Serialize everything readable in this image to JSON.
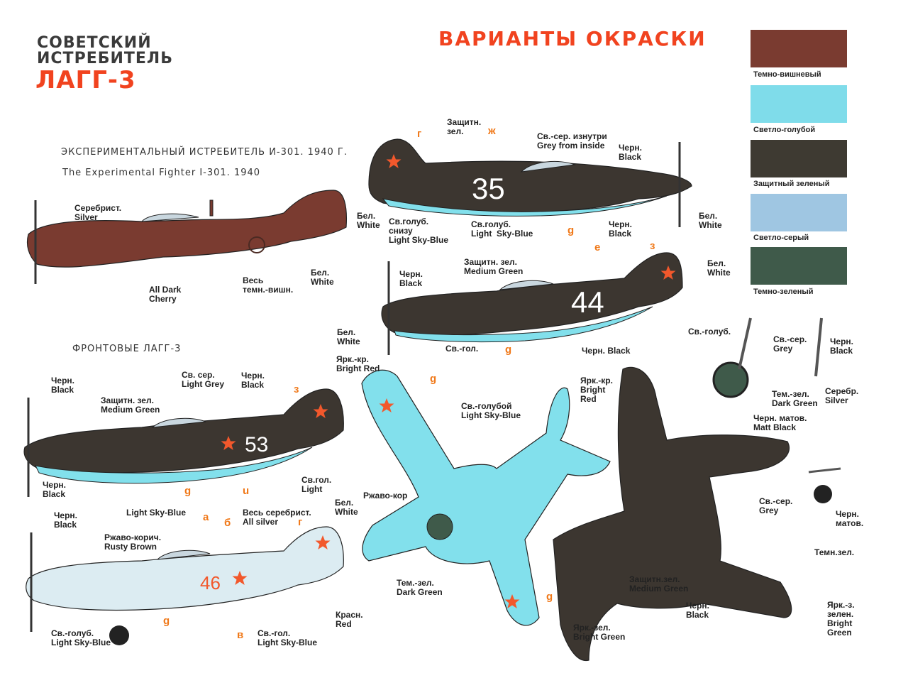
{
  "header": {
    "title_line1": "СОВЕТСКИЙ",
    "title_line2": "ИСТРЕБИТЕЛЬ",
    "title_line3": "ЛАГГ-3",
    "variants_title": "ВАРИАНТЫ ОКРАСКИ"
  },
  "sections": {
    "experimental_ru": "ЭКСПЕРИМЕНТАЛЬНЫЙ ИСТРЕБИТЕЛЬ И-301. 1940 Г.",
    "experimental_en": "The Experimental Fighter I-301. 1940",
    "front_ru": "ФРОНТОВЫЕ ЛАГГ-3"
  },
  "swatches": [
    {
      "label": "Темно-вишневый",
      "color": "#7a3b30"
    },
    {
      "label": "Светло-голубой",
      "color": "#7fdcea"
    },
    {
      "label": "Защитный зеленый",
      "color": "#3e3a32"
    },
    {
      "label": "Светло-серый",
      "color": "#9fc6e2"
    },
    {
      "label": "Темно-зеленый",
      "color": "#3f5a4a"
    }
  ],
  "colors": {
    "cherry": "#7a3b30",
    "sky": "#82e0ec",
    "dark": "#3c3630",
    "silver": "#dcecf2",
    "star": "#f2582c",
    "accent": "#f1431f",
    "letter": "#f07818"
  },
  "aircraft_numbers": {
    "a": "35",
    "b": "44",
    "c": "53",
    "d": "46"
  },
  "labels": {
    "i301_silver": "Серебрист.\nSilver",
    "i301_all_cherry": "All Dark\nCherry",
    "i301_all_cherry_ru": "Весь\nтемн.-вишн.",
    "i301_white": "Бел.\nWhite",
    "p35_prot": "Защитн.\nзел.",
    "p35_light": "Св.-сер. изнутри\nGrey from inside",
    "p35_black": "Черн.\nBlack",
    "p35_white_l": "Бел.\nWhite",
    "p35_sky_under": "Св.голуб.\nснизу\nLight Sky-Blue",
    "p35_sky": "Св.голуб.\nLight  Sky-Blue",
    "p35_black2": "Черн.\nBlack",
    "p35_white_r": "Бел.\nWhite",
    "p44_black": "Черн.\nBlack",
    "p44_medgreen": "Защитн. зел.\nMedium Green",
    "p44_white_r": "Бел.\nWhite",
    "p44_white_l": "Бел.\nWhite",
    "p44_svgol": "Св.-гол.",
    "p44_black2": "Черн. Black",
    "p44_svgolub": "Св.-голуб.",
    "p53_black_l": "Черн.\nBlack",
    "p53_medgreen": "Защитн. зел.\nMedium Green",
    "p53_lightgrey": "Св. сер.\nLight Grey",
    "p53_black_t": "Черн.\nBlack",
    "p53_black_b": "Черн.\nBlack",
    "p53_skyblue": "Light Sky-Blue",
    "p53_light": "Св.гол.\nLight",
    "p53_white": "Бел.\nWhite",
    "p46_black": "Черн.\nBlack",
    "p46_rusty": "Ржаво-корич.\nRusty Brown",
    "p46_silver": "Весь серебрист.\nAll silver",
    "p46_white": "Бел.\nWhite",
    "p46_sky_l": "Св.-голуб.\nLight Sky-Blue",
    "p46_sky_r": "Св.-гол.\nLight Sky-Blue",
    "p46_red": "Красн.\nRed",
    "top_brightred": "Ярк.-кр.\nBright Red",
    "top_skyblue": "Св.-голубой\nLight Sky-Blue",
    "top_rust": "Ржаво-кор",
    "top_darkgreen": "Тем.-зел.\nDark Green",
    "top_brightgreen": "Ярк.-зел.\nBright Green",
    "dark_brightred": "Ярк.-кр.\nBright\nRed",
    "dark_medgreen": "Защитн.зел.\nMedium Green",
    "dark_black": "Черн.\nBlack",
    "dark_brightgreen": "Ярк.-з.\nзелен.\nBright\nGreen",
    "gear_grey": "Св.-сер.\nGrey",
    "gear_black": "Черн.\nBlack",
    "gear_darkgreen": "Тем.-зел.\nDark Green",
    "gear_silver": "Серебр.\nSilver",
    "gear_matt": "Черн. матов.\nMatt Black",
    "gear2_grey": "Св.-сер.\nGrey",
    "gear2_matt": "Черн.\nматов.",
    "gear2_darkgreen": "Темн.зел."
  },
  "letters": {
    "g1": "г",
    "zh": "ж",
    "e": "е",
    "z1": "з",
    "z2": "з",
    "g2": "g",
    "g3": "g",
    "g4": "g",
    "g5": "g",
    "g6": "g",
    "g7": "g",
    "u": "u",
    "a": "а",
    "b": "б",
    "g8": "г",
    "v": "в"
  }
}
